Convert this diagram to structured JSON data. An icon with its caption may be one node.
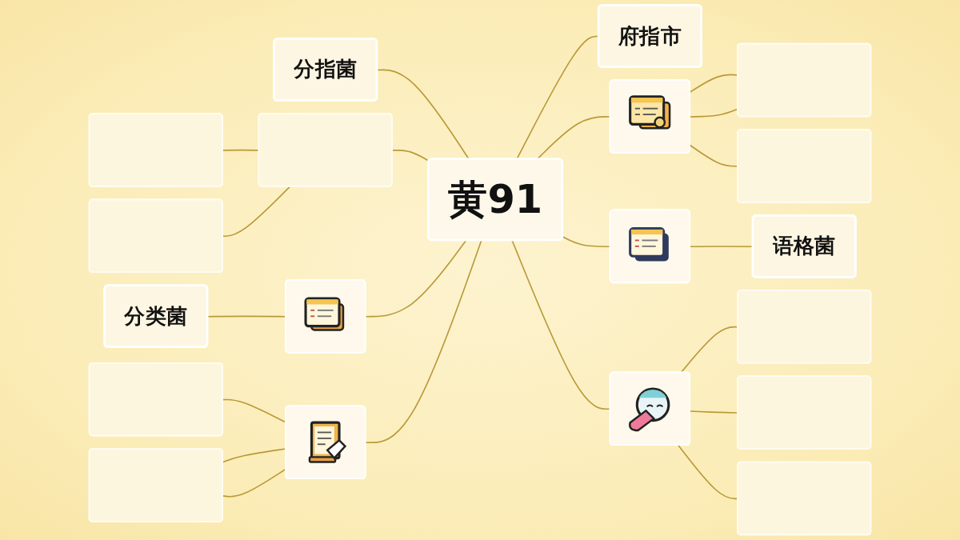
{
  "diagram": {
    "nodes": [
      {
        "text": [
          "黄91"
        ]
      },
      {
        "text": [
          "分指菌"
        ]
      },
      {
        "text": [
          "分类菌"
        ]
      },
      {
        "text": [
          "语格菌"
        ]
      },
      {
        "text": [
          "府指市"
        ]
      },
      {
        "text": [],
        "shape": "box"
      },
      {
        "text": [],
        "shape": "box"
      },
      {
        "text": [],
        "shape": "box"
      },
      {
        "text": [],
        "shape": "picture"
      },
      {
        "text": [],
        "shape": "box"
      },
      {
        "text": [],
        "shape": "box"
      },
      {
        "text": [],
        "shape": "picture"
      },
      {
        "text": [],
        "shape": "picture"
      },
      {
        "text": [],
        "shape": "picture"
      },
      {
        "text": [],
        "shape": "box"
      },
      {
        "text": [],
        "shape": "box"
      },
      {
        "text": [],
        "shape": "picture"
      },
      {
        "text": [],
        "shape": "box"
      },
      {
        "text": [],
        "shape": "box"
      },
      {
        "text": [],
        "shape": "box"
      }
    ],
    "edges": [
      {
        "from": 1,
        "to": 0,
        "arrow": "none"
      },
      {
        "from": 5,
        "to": 0,
        "arrow": "none"
      },
      {
        "from": 6,
        "to": 5,
        "arrow": "none"
      },
      {
        "from": 7,
        "to": 5,
        "arrow": "none"
      },
      {
        "from": 0,
        "to": 8,
        "arrow": "none"
      },
      {
        "from": 8,
        "to": 9,
        "arrow": "none"
      },
      {
        "from": 8,
        "to": 9,
        "arrow": "none"
      },
      {
        "from": 8,
        "to": 10,
        "arrow": "none"
      },
      {
        "from": 11,
        "to": 0,
        "arrow": "none"
      },
      {
        "from": 2,
        "to": 11,
        "arrow": "none"
      },
      {
        "from": 0,
        "to": 12,
        "arrow": "none"
      },
      {
        "from": 12,
        "to": 3,
        "arrow": "none"
      },
      {
        "from": 13,
        "to": 0,
        "arrow": "none"
      },
      {
        "from": 14,
        "to": 13,
        "arrow": "none"
      },
      {
        "from": 15,
        "to": 13,
        "arrow": "none"
      },
      {
        "from": 15,
        "to": 13,
        "arrow": "none"
      },
      {
        "from": 0,
        "to": 16,
        "arrow": "none"
      },
      {
        "from": 16,
        "to": 17,
        "arrow": "none"
      },
      {
        "from": 16,
        "to": 18,
        "arrow": "none"
      },
      {
        "from": 16,
        "to": 19,
        "arrow": "none"
      },
      {
        "from": 0,
        "to": 4,
        "arrow": "none"
      }
    ]
  }
}
